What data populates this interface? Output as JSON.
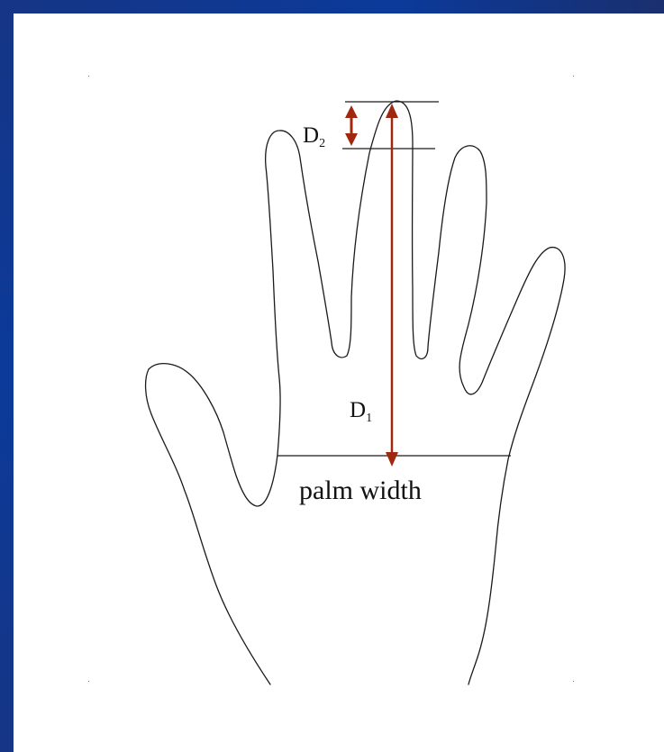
{
  "labels": {
    "d2_letter": "D",
    "d2_sub": "2",
    "d1_letter": "D",
    "d1_sub": "1",
    "palm_width": "palm width"
  },
  "colors": {
    "arrow": "#a0280e",
    "outline": "#1a1a1a",
    "frame": "#0b3a9a"
  }
}
